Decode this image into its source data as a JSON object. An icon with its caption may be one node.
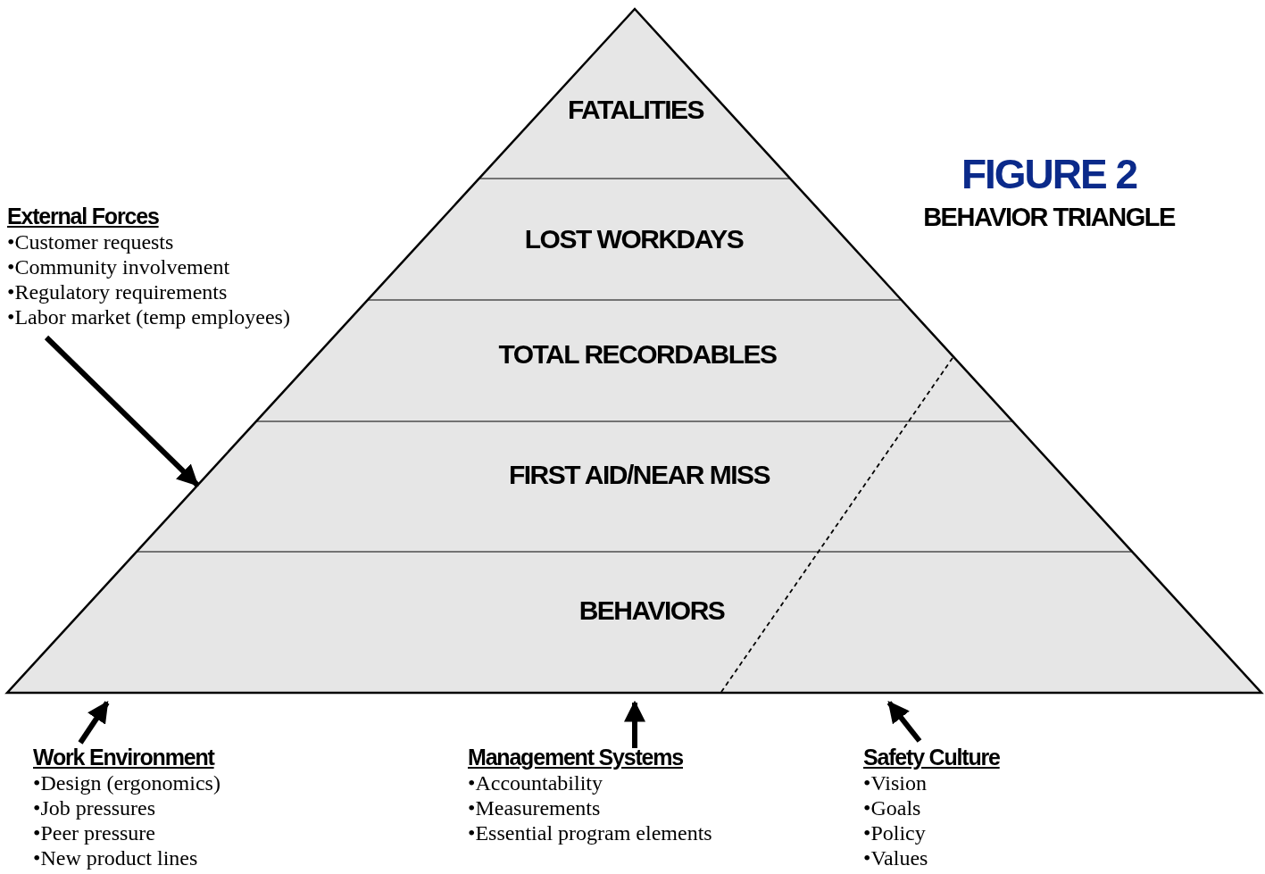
{
  "diagram": {
    "title": "FIGURE 2",
    "nodes": [
      {
        "text": [
          "FATALITIES"
        ]
      },
      {
        "text": [
          "LOST WORKDAYS"
        ]
      },
      {
        "text": [
          "TOTAL RECORDABLES"
        ]
      },
      {
        "text": [
          "FIRST AID/NEAR MISS"
        ]
      },
      {
        "text": [
          "BEHAVIORS"
        ]
      },
      {
        "text": [
          "External Forces",
          "•Customer requests",
          "•Community involvement",
          "•Regulatory requirements",
          "•Labor market (temp employees)"
        ]
      },
      {
        "text": [
          "Work Environment",
          "•Design (ergonomics)",
          "•Job pressures",
          "•Peer pressure",
          "•New product lines"
        ]
      },
      {
        "text": [
          "Management Systems",
          "•Accountability",
          "•Measurements",
          "•Essential program elements"
        ]
      },
      {
        "text": [
          "Safety Culture",
          "•Vision",
          "•Goals",
          "•Policy",
          "•Values"
        ]
      }
    ],
    "edges": [
      {
        "from": 5,
        "to": 3,
        "arrow": "to"
      },
      {
        "from": 6,
        "to": 4,
        "arrow": "to"
      },
      {
        "from": 7,
        "to": 4,
        "arrow": "to"
      },
      {
        "from": 8,
        "to": 4,
        "arrow": "to"
      }
    ],
    "labels": [
      "BEHAVIOR TRIANGLE"
    ]
  }
}
